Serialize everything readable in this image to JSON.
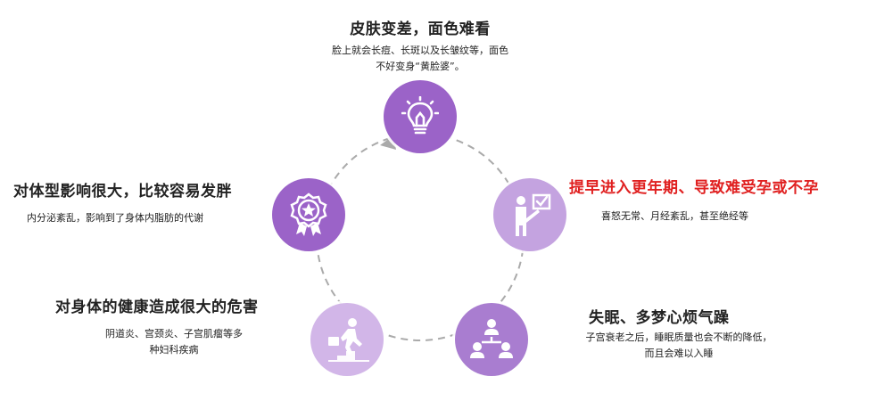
{
  "colors": {
    "purple_dark": "#9b63c8",
    "purple_mid": "#a97dd0",
    "purple_light": "#c4a3e0",
    "purple_pale": "#d2b6e8",
    "ring": "#aaaaaa",
    "highlight_title": "#e02020"
  },
  "items": [
    {
      "icon": "lightbulb-icon",
      "title": "皮肤变差，面色难看",
      "desc": [
        "脸上就会长痘、长斑以及长皱纹等，面色",
        "不好变身“黄脸婆”。"
      ]
    },
    {
      "icon": "presenter-board-icon",
      "title": "提早进入更年期、导致难受孕或不孕",
      "desc": [
        "喜怒无常、月经紊乱，甚至绝经等"
      ]
    },
    {
      "icon": "people-network-icon",
      "title": "失眠、多梦心烦气躁",
      "desc": [
        "子宫衰老之后，睡眠质量也会不断的降低，",
        "而且会难以入睡"
      ]
    },
    {
      "icon": "climbing-stairs-icon",
      "title": "对身体的健康造成很大的危害",
      "desc": [
        "阴道炎、宫颈炎、子宫肌瘤等多",
        "种妇科疾病"
      ]
    },
    {
      "icon": "award-badge-icon",
      "title": "对体型影响很大，比较容易发胖",
      "desc": [
        "内分泌紊乱，影响到了身体内脂肪的代谢"
      ]
    }
  ]
}
